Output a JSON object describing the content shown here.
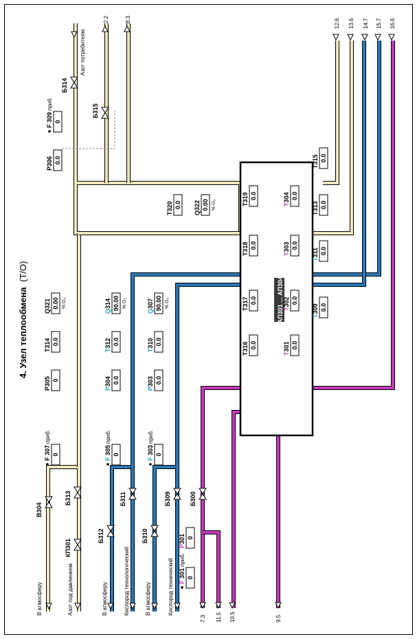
{
  "title": "4. Узел теплообмена",
  "title_suffix": "(Т/О)",
  "device_label": "АП301 ... АП304",
  "colors": {
    "tan": "#efe7bd",
    "blue": "#2b79b8",
    "magenta": "#c03aba",
    "cyan": "#1ea6c6"
  },
  "side_labels": {
    "atm1": "В атмосферу",
    "nitrogen_pressure": "Азот под давлением",
    "atm2": "В атмосферу",
    "oxygen_process": "Кислород технологический",
    "atm3": "В атмосферу",
    "oxygen_technical": "Кислород технический",
    "nitrogen_consumer": "Азот потребителю"
  },
  "pipe_labels": {
    "p73": "7.3",
    "p115": "11.5",
    "p105": "10.5",
    "p95": "9.5",
    "p22": "2.2",
    "p83": "8.3",
    "p126": "12.6",
    "p136": "13.6",
    "p147": "14.7",
    "p157": "15.7",
    "p166": "16.6"
  },
  "valves": {
    "v304": "В304",
    "kp301": "КП301",
    "b313": "Б313",
    "b312": "Б312",
    "b311": "Б311",
    "b310": "Б310",
    "b309": "Б309",
    "b300": "Б300",
    "b314": "Б314",
    "b315": "Б315"
  },
  "sensors": {
    "f307": {
      "label": "F 307",
      "suffix": "приб.",
      "value": "0"
    },
    "p305": {
      "label": "P305",
      "value": "0"
    },
    "t314": {
      "label": "T314",
      "value": "0.0"
    },
    "q321": {
      "label": "Q321",
      "value": "0.00",
      "unit": "% O₂"
    },
    "f305": {
      "label": "F 305",
      "suffix": "приб.",
      "value": "0"
    },
    "p304": {
      "label": "P304",
      "value": "0.0"
    },
    "t312": {
      "label": "T312",
      "value": "0.0"
    },
    "q314": {
      "label": "Q314",
      "value": "90.00",
      "unit": "% O₂"
    },
    "f303": {
      "label": "F 303",
      "suffix": "приб.",
      "value": "0"
    },
    "p303": {
      "label": "P303",
      "value": "0.0"
    },
    "t310": {
      "label": "T310",
      "value": "0.0"
    },
    "q307": {
      "label": "Q307",
      "value": "90.00",
      "unit": "% O₂"
    },
    "f301": {
      "label": "F 301",
      "suffix": "приб.",
      "value": "0"
    },
    "p301": {
      "label": "P301",
      "value": "0"
    },
    "p306": {
      "label": "P306",
      "value": "0.0"
    },
    "f309": {
      "label": "F 309",
      "suffix": "приб.",
      "value": "0"
    },
    "t320": {
      "label": "T320",
      "value": "0.0"
    },
    "q322": {
      "label": "Q322",
      "value": "0.00",
      "unit": "% O₂"
    },
    "t316": {
      "label": "T316",
      "value": "0.0"
    },
    "t317": {
      "label": "T317",
      "value": "0.0"
    },
    "t318": {
      "label": "T318",
      "value": "0.0"
    },
    "t319": {
      "label": "T319",
      "value": "0.0"
    },
    "t301": {
      "label": "T301",
      "value": "0.0"
    },
    "t302": {
      "label": "T302",
      "value": "0.0"
    },
    "t303": {
      "label": "T303",
      "value": "0.0"
    },
    "t304": {
      "label": "T304",
      "value": "0.0"
    },
    "t309": {
      "label": "T309",
      "value": "0.0"
    },
    "t311": {
      "label": "T311",
      "value": "0.0"
    },
    "t313": {
      "label": "T313",
      "value": "0.0"
    },
    "t315": {
      "label": "T315",
      "value": "0.0"
    }
  }
}
